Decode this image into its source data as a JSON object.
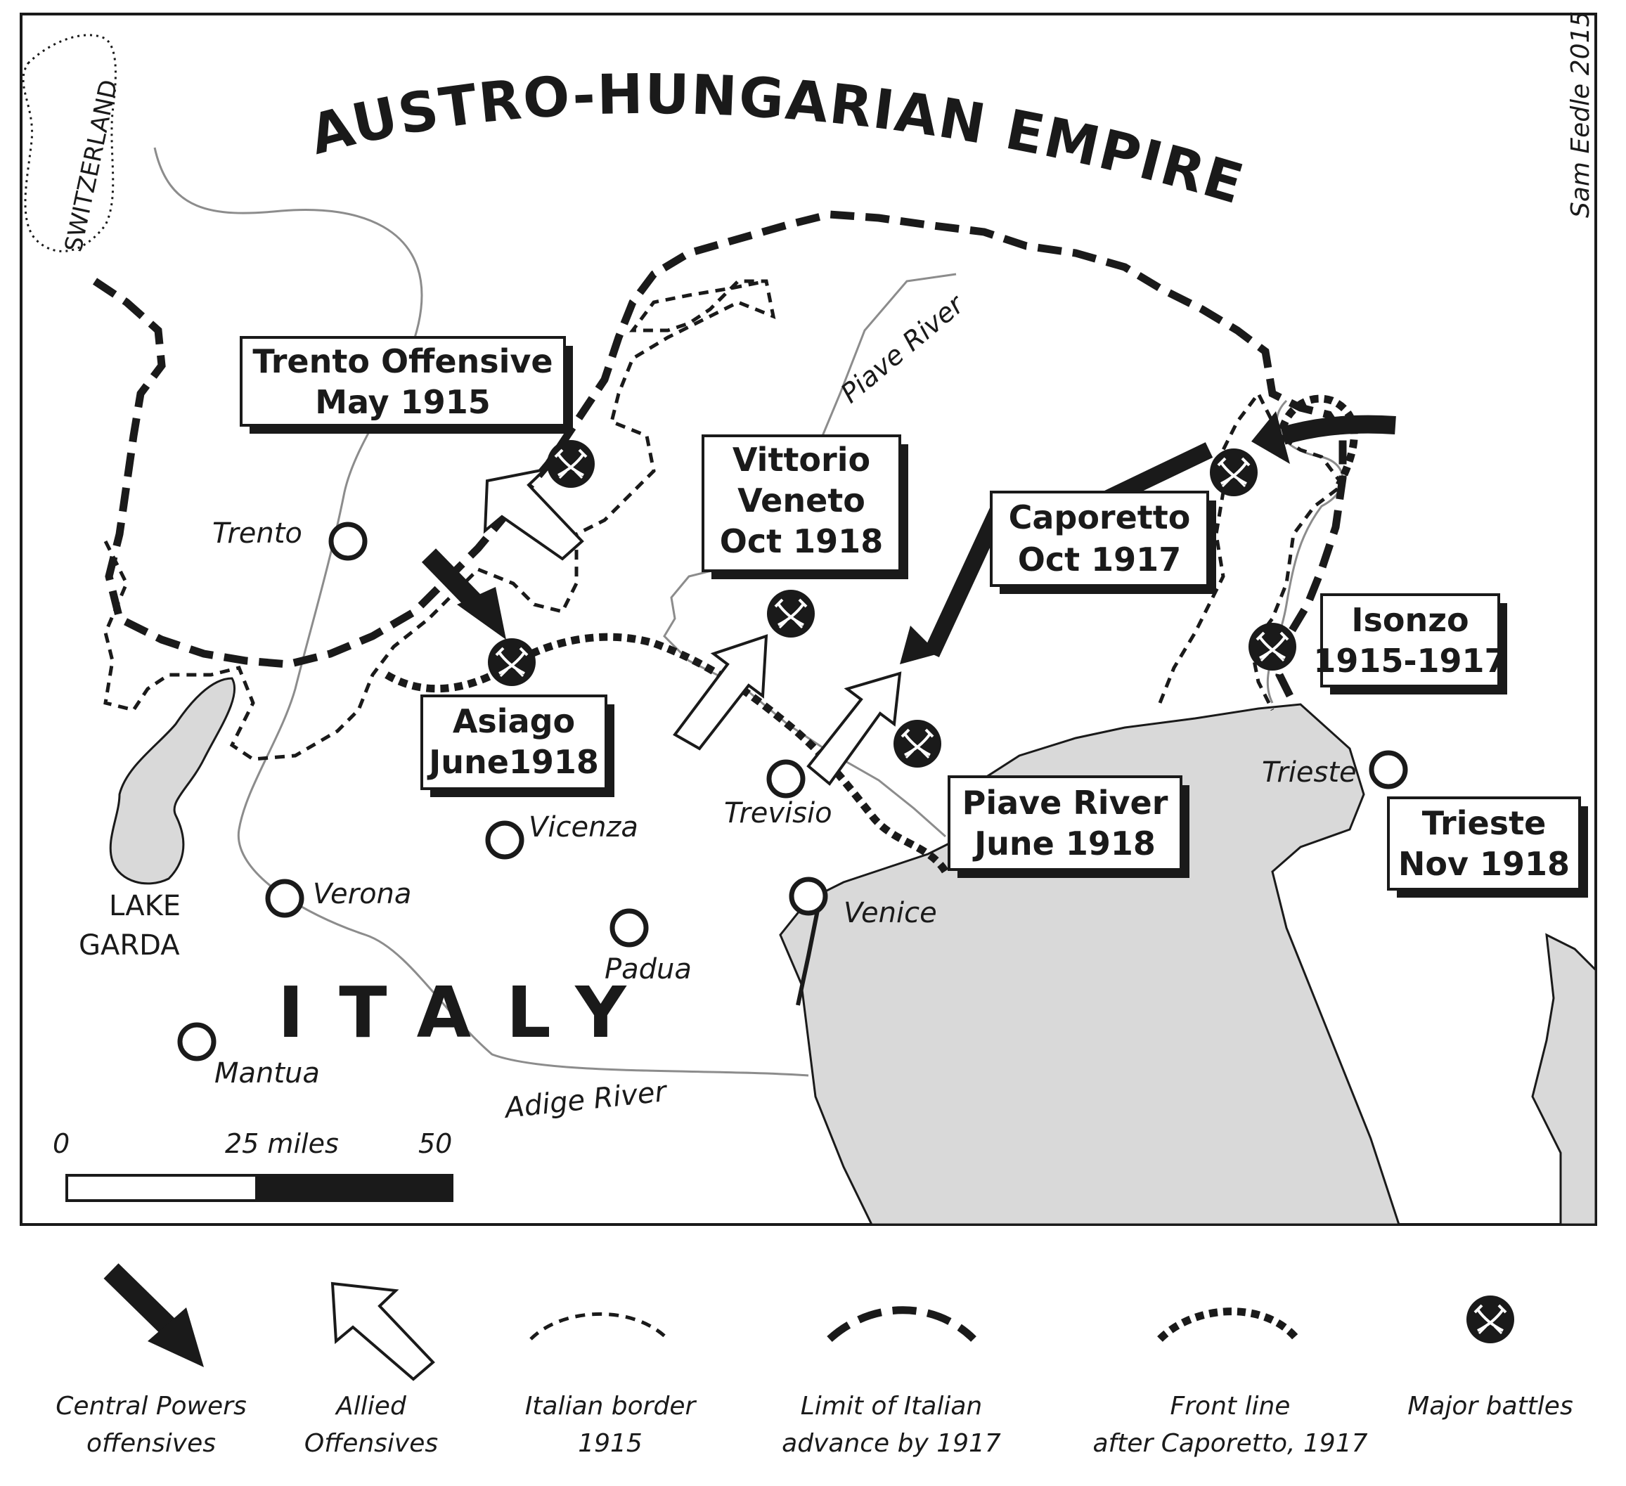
{
  "credit": "Sam Eedle 2015",
  "regions": {
    "switzerland": "SWITZERLAND",
    "empire": "AUSTRO-HUNGARIAN EMPIRE",
    "italy": "ITALY",
    "lake_line1": "LAKE",
    "lake_line2": "GARDA"
  },
  "rivers": {
    "piave": "Piave River",
    "adige": "Adige River"
  },
  "cities": {
    "trento": "Trento",
    "vicenza": "Vicenza",
    "verona": "Verona",
    "padua": "Padua",
    "mantua": "Mantua",
    "trevisio": "Trevisio",
    "venice": "Venice",
    "trieste": "Trieste"
  },
  "battles": {
    "trento_offensive": {
      "line1": "Trento Offensive",
      "line2": "May 1915"
    },
    "vittorio_veneto": {
      "line1": "Vittorio",
      "line2": "Veneto",
      "line3": "Oct 1918"
    },
    "caporetto": {
      "line1": "Caporetto",
      "line2": "Oct 1917"
    },
    "isonzo": {
      "line1": "Isonzo",
      "line2": "1915-1917"
    },
    "asiago": {
      "line1": "Asiago",
      "line2": "June1918"
    },
    "piave_river": {
      "line1": "Piave River",
      "line2": "June 1918"
    },
    "trieste": {
      "line1": "Trieste",
      "line2": "Nov 1918"
    }
  },
  "scale": {
    "start": "0",
    "mid": "25 miles",
    "end": "50"
  },
  "legend": {
    "central_powers": {
      "line1": "Central Powers",
      "line2": "offensives"
    },
    "allied": {
      "line1": "Allied",
      "line2": "Offensives"
    },
    "border": {
      "line1": "Italian border",
      "line2": "1915"
    },
    "limit": {
      "line1": "Limit of Italian",
      "line2": "advance by 1917"
    },
    "front": {
      "line1": "Front line",
      "line2": "after Caporetto, 1917"
    },
    "battles": {
      "line1": "Major battles"
    }
  },
  "colors": {
    "ink": "#1a1a1a",
    "sea": "#d9d9d9",
    "river": "#8c8c8c",
    "paper": "#ffffff"
  }
}
